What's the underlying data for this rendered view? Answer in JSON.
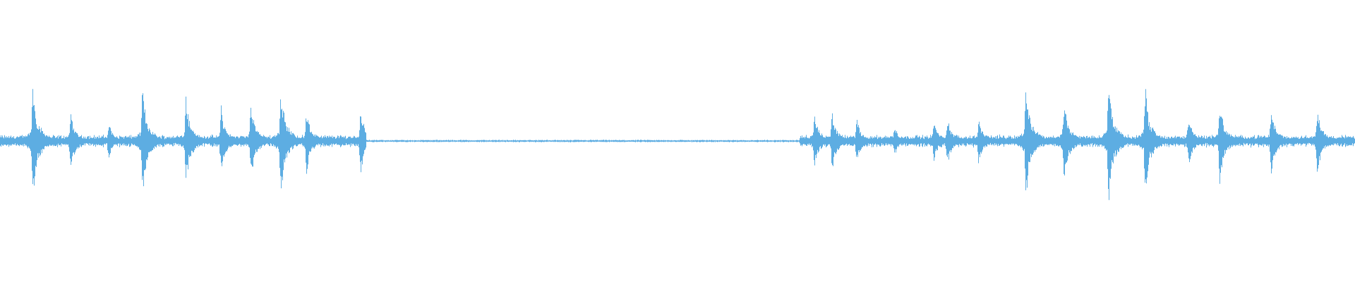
{
  "waveform": {
    "color": "#5DADE2",
    "background": "#FFFFFF",
    "duration_fraction_active": [
      {
        "start": 0.0,
        "end": 0.27
      },
      {
        "start": 0.59,
        "end": 1.0
      }
    ],
    "peaks": [
      {
        "t": 0.024,
        "amp": 0.93
      },
      {
        "t": 0.052,
        "amp": 0.48
      },
      {
        "t": 0.08,
        "amp": 0.3
      },
      {
        "t": 0.105,
        "amp": 0.87
      },
      {
        "t": 0.137,
        "amp": 0.72
      },
      {
        "t": 0.163,
        "amp": 0.55
      },
      {
        "t": 0.185,
        "amp": 0.62
      },
      {
        "t": 0.207,
        "amp": 0.93
      },
      {
        "t": 0.226,
        "amp": 0.5
      },
      {
        "t": 0.266,
        "amp": 0.55
      },
      {
        "t": 0.601,
        "amp": 0.45
      },
      {
        "t": 0.614,
        "amp": 0.49
      },
      {
        "t": 0.632,
        "amp": 0.37
      },
      {
        "t": 0.66,
        "amp": 0.25
      },
      {
        "t": 0.689,
        "amp": 0.33
      },
      {
        "t": 0.699,
        "amp": 0.39
      },
      {
        "t": 0.722,
        "amp": 0.37
      },
      {
        "t": 0.757,
        "amp": 0.96
      },
      {
        "t": 0.785,
        "amp": 0.7
      },
      {
        "t": 0.818,
        "amp": 0.98
      },
      {
        "t": 0.845,
        "amp": 0.87
      },
      {
        "t": 0.877,
        "amp": 0.43
      },
      {
        "t": 0.9,
        "amp": 0.67
      },
      {
        "t": 0.938,
        "amp": 0.55
      },
      {
        "t": 0.972,
        "amp": 0.54
      }
    ]
  }
}
